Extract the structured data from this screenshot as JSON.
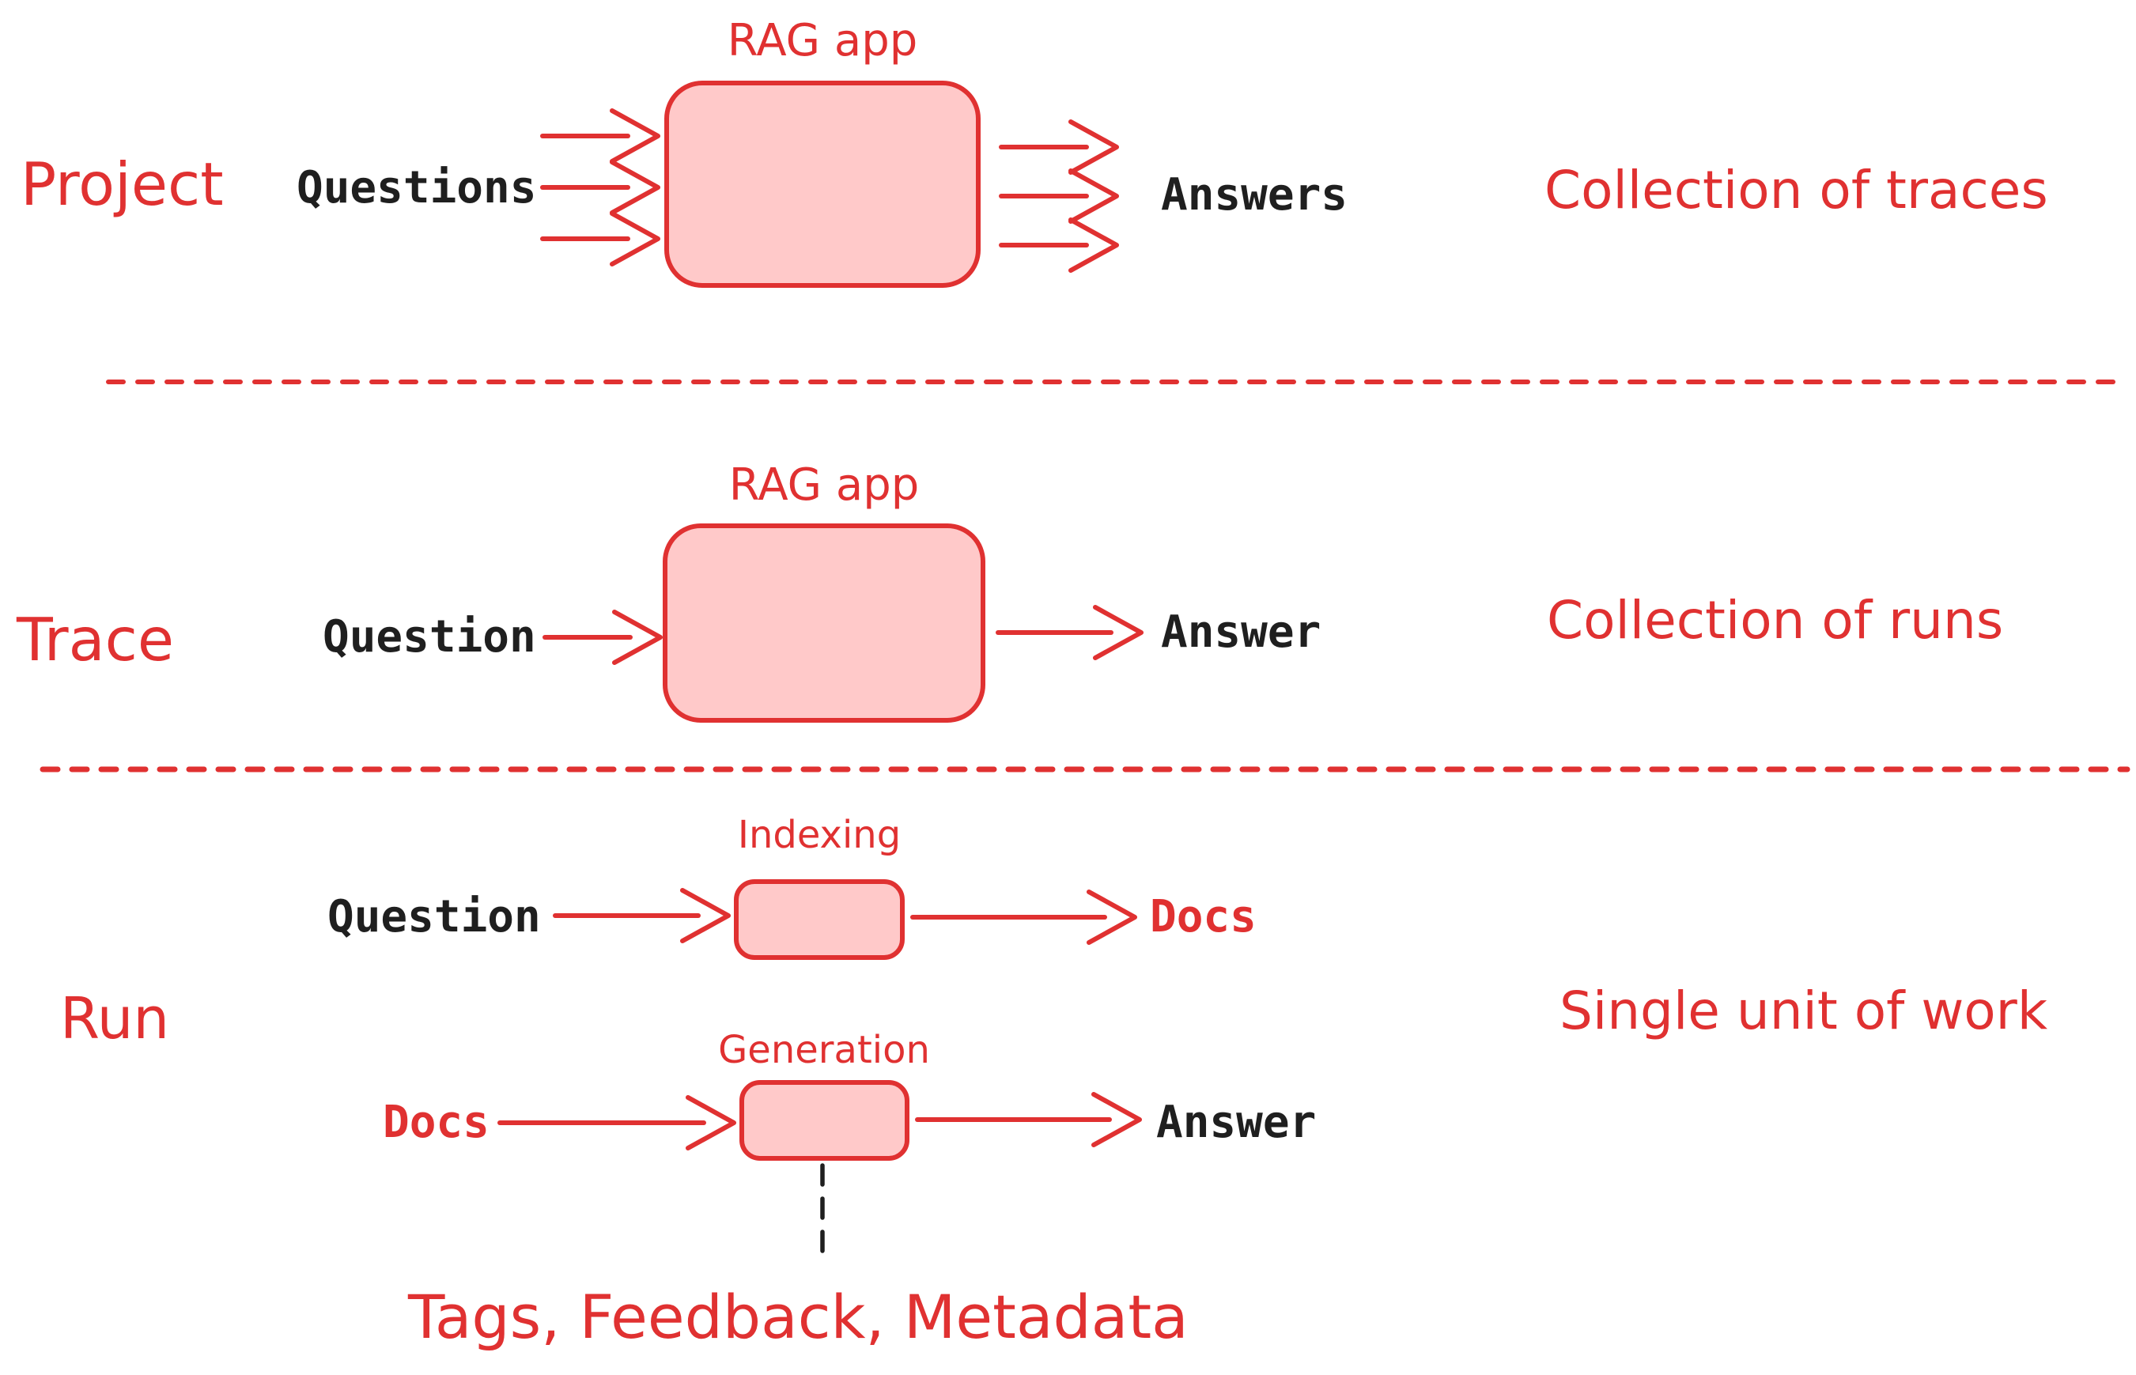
{
  "colors": {
    "accent_red": "#e03131",
    "box_fill": "#ffc9c9",
    "text_black": "#1f1f1f"
  },
  "rows": {
    "project": {
      "label": "Project",
      "input_label": "Questions",
      "box_title": "RAG app",
      "output_label": "Answers",
      "description": "Collection of traces"
    },
    "trace": {
      "label": "Trace",
      "input_label": "Question",
      "box_title": "RAG app",
      "output_label": "Answer",
      "description": "Collection of runs"
    },
    "run": {
      "label": "Run",
      "description": "Single unit of work",
      "indexing_step": {
        "input_label": "Question",
        "box_title": "Indexing",
        "output_label": "Docs"
      },
      "generation_step": {
        "input_label": "Docs",
        "box_title": "Generation",
        "output_label": "Answer"
      },
      "annotation": "Tags, Feedback, Metadata"
    }
  }
}
